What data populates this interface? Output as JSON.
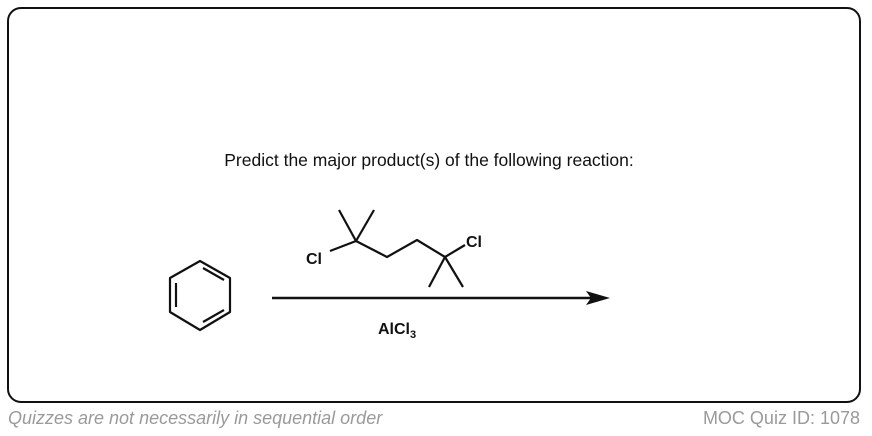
{
  "question": "Predict the major product(s) of the following reaction:",
  "reaction": {
    "reactant": "benzene",
    "reagent_top_labels": [
      "Cl",
      "Cl"
    ],
    "reagent_bottom": {
      "main": "AlCl",
      "subscript": "3"
    }
  },
  "footer": {
    "left": "Quizzes are not necessarily in sequential order",
    "right": "MOC Quiz ID: 1078"
  }
}
